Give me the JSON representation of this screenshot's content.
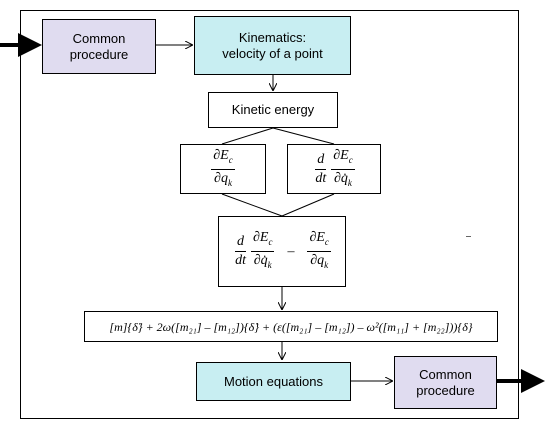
{
  "boxes": {
    "common_left": "Common procedure",
    "kinematics_line1": "Kinematics:",
    "kinematics_line2": "velocity of  a point",
    "kinetic_energy": "Kinetic energy",
    "motion_equations": "Motion equations",
    "common_right": "Common procedure"
  },
  "math": {
    "partial_num": "∂E",
    "sub_c": "c",
    "partial_q": "∂q",
    "sub_k": "k",
    "partial_qdot": "∂q̇",
    "d": "d",
    "dt": "dt",
    "minus": "–",
    "equation": "[m]{δ̈} + 2ω([m₂₁] – [m₁₂]){δ̇} + (ε([m₂₁] – [m₁₂]) – ω²([m₁₁] + [m₂₂])){δ}"
  },
  "colors": {
    "purple_fill": "#e0dcf0",
    "cyan_fill": "#c8eef2"
  }
}
